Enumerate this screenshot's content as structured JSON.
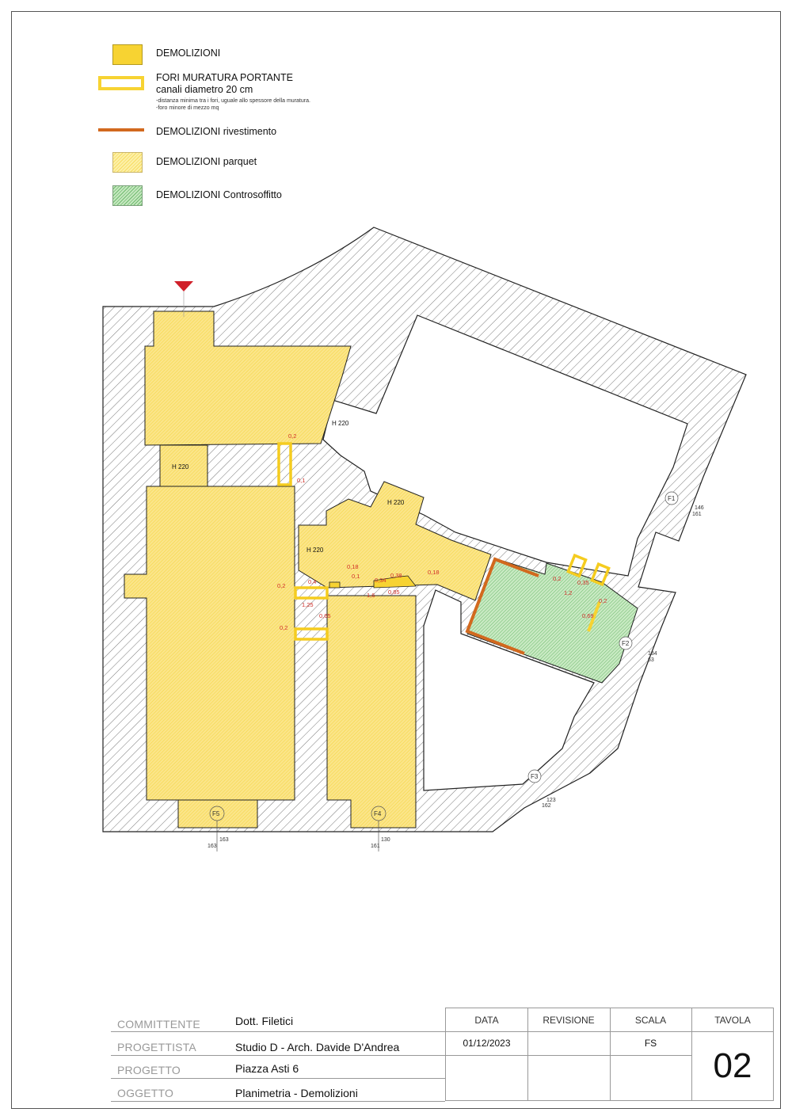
{
  "legend": [
    {
      "label": "DEMOLIZIONI",
      "swatch": "solid-yellow"
    },
    {
      "label": "FORI MURATURA PORTANTE",
      "sub": "canali diametro 20 cm",
      "notes": [
        "-distanza minima tra i fori, uguale allo spessore della muratura.",
        "-foro minore di mezzo mq"
      ],
      "swatch": "yellow-outline"
    },
    {
      "label": "DEMOLIZIONI rivestimento",
      "swatch": "orange-line"
    },
    {
      "label": "DEMOLIZIONI parquet",
      "swatch": "yellow-hatch"
    },
    {
      "label": "DEMOLIZIONI Controsoffitto",
      "swatch": "green-hatch"
    }
  ],
  "colors": {
    "yellow": "#f7d332",
    "yellow_hatch": "#fbe88a",
    "orange": "#d2691e",
    "green": "#7cc47c",
    "wall": "#333333",
    "dim_red": "#d0302a",
    "entry_marker": "#d0202a"
  },
  "plan": {
    "heights": [
      "H 220",
      "H 220",
      "H 220",
      "H 220"
    ],
    "windows": [
      {
        "id": "F1",
        "dims": [
          "146",
          "161"
        ]
      },
      {
        "id": "F2",
        "dims": [
          "134",
          "63"
        ]
      },
      {
        "id": "F3",
        "dims": [
          "123",
          "162"
        ]
      },
      {
        "id": "F4",
        "dims": [
          "130",
          "161"
        ]
      },
      {
        "id": "F5",
        "dims": [
          "163",
          "163"
        ]
      }
    ],
    "dimensions": [
      "0,2",
      "0,1",
      "0,18",
      "0,1",
      "0,34",
      "0,38",
      "0,18",
      "1,6",
      "0,85",
      "0,2",
      "0,4",
      "1,25",
      "0,65",
      "0,2",
      "0,2",
      "0,35",
      "1,2",
      "0,2",
      "0,69"
    ]
  },
  "title_block": {
    "rows": [
      {
        "label": "COMMITTENTE",
        "value": "Dott. Filetici"
      },
      {
        "label": "PROGETTISTA",
        "value": "Studio D - Arch. Davide D'Andrea"
      },
      {
        "label": "PROGETTO",
        "value": "Piazza Asti 6"
      },
      {
        "label": "OGGETTO",
        "value": "Planimetria -  Demolizioni"
      }
    ],
    "data_label": "DATA",
    "data_value": "01/12/2023",
    "revisione_label": "REVISIONE",
    "scala_label": "SCALA",
    "scala_value": "FS",
    "tavola_label": "TAVOLA",
    "tavola_value": "02"
  }
}
